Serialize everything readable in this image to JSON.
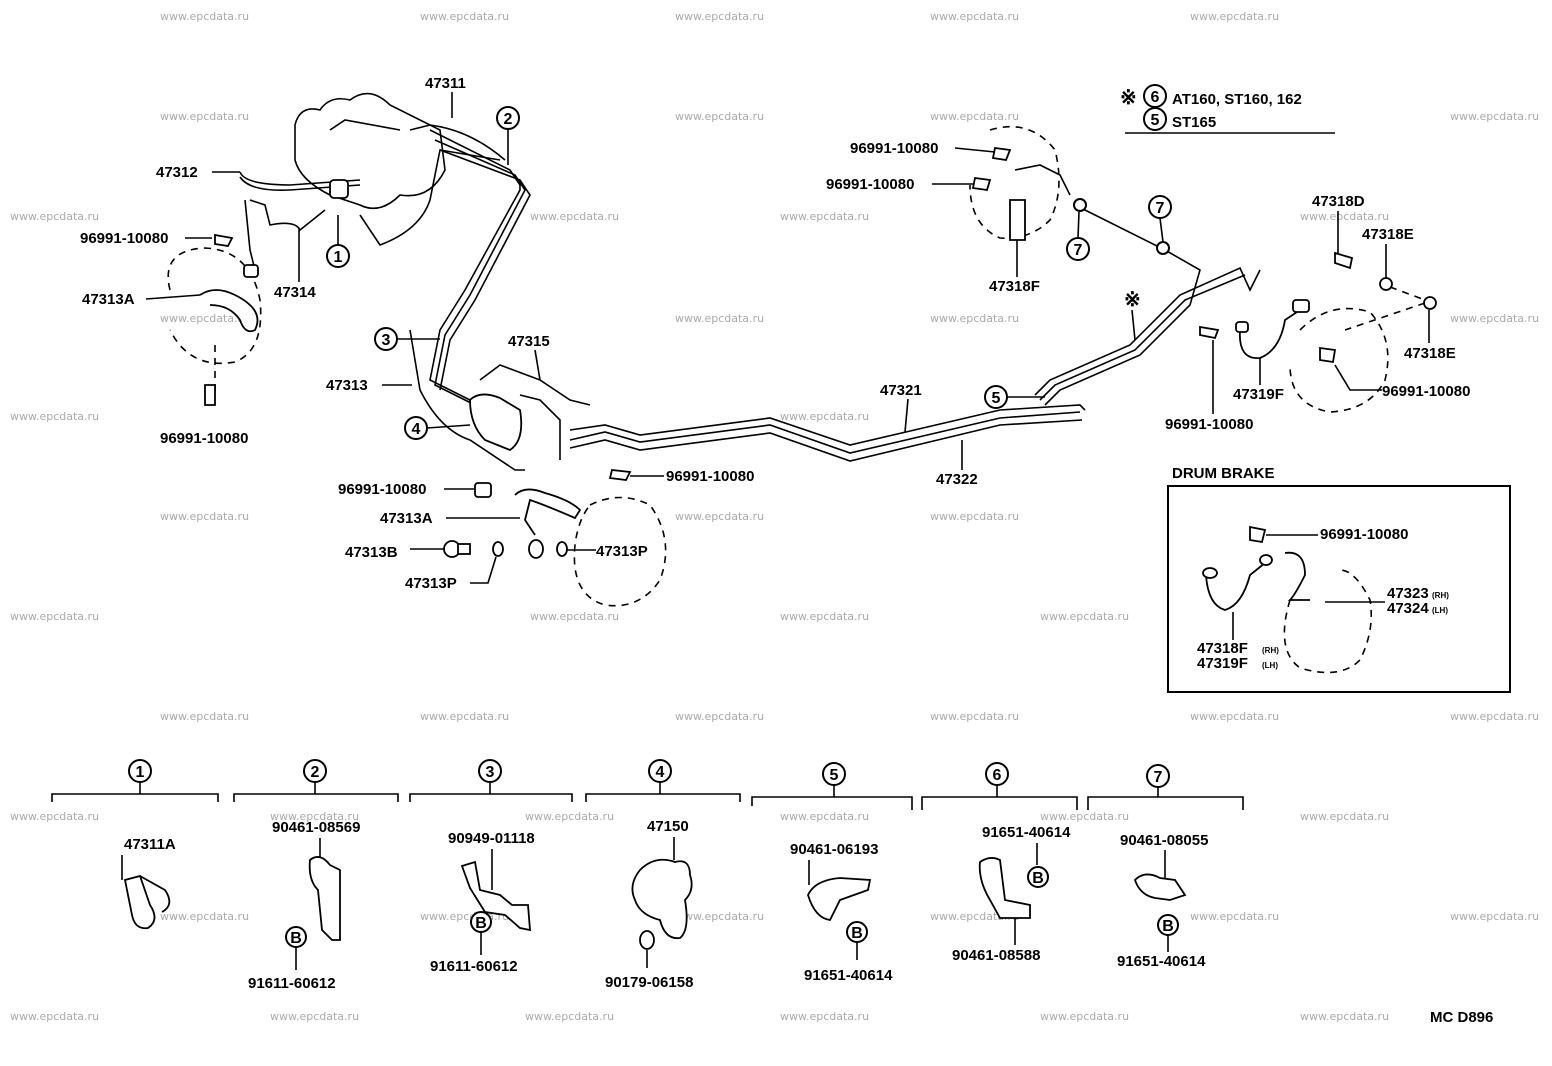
{
  "watermark": "www.epcdata.ru",
  "diagram_code": "MC D896",
  "legend": {
    "marker": "※",
    "entries": [
      {
        "ref": "6",
        "models": "AT160, ST160, 162"
      },
      {
        "ref": "5",
        "models": "ST165"
      }
    ]
  },
  "main_labels": {
    "l47311": "47311",
    "l47312": "47312",
    "l47314": "47314",
    "l47313A_front": "47313A",
    "l96991_a": "96991-10080",
    "l96991_b": "96991-10080",
    "l47313": "47313",
    "l47315": "47315",
    "l96991_c": "96991-10080",
    "l96991_d": "96991-10080",
    "l47313A": "47313A",
    "l47313B": "47313B",
    "l47313P_a": "47313P",
    "l47313P_b": "47313P",
    "l47321": "47321",
    "l47322": "47322",
    "l96991_e": "96991-10080",
    "l96991_f": "96991-10080",
    "l47318F": "47318F",
    "l47318D": "47318D",
    "l47318E_a": "47318E",
    "l47318E_b": "47318E",
    "l47319F": "47319F",
    "l96991_g": "96991-10080",
    "l96991_h": "96991-10080"
  },
  "callouts": {
    "c1": "1",
    "c2": "2",
    "c3": "3",
    "c4": "4",
    "c5": "5",
    "c7a": "7",
    "c7b": "7",
    "star": "※"
  },
  "drum_brake": {
    "title": "DRUM BRAKE",
    "clip": "96991-10080",
    "hose_rh": "47318F",
    "hose_rh_side": "(RH)",
    "hose_lh": "47319F",
    "hose_lh_side": "(LH)",
    "tube_rh": "47323",
    "tube_rh_side": "(RH)",
    "tube_lh": "47324",
    "tube_lh_side": "(LH)"
  },
  "clamp_groups": [
    {
      "ref": "1",
      "parts": [
        "47311A"
      ]
    },
    {
      "ref": "2",
      "parts": [
        "90461-08569",
        "91611-60612"
      ],
      "bolt": "B"
    },
    {
      "ref": "3",
      "parts": [
        "90949-01118",
        "91611-60612"
      ],
      "bolt": "B"
    },
    {
      "ref": "4",
      "parts": [
        "47150",
        "90179-06158"
      ]
    },
    {
      "ref": "5",
      "parts": [
        "90461-06193",
        "91651-40614"
      ],
      "bolt": "B"
    },
    {
      "ref": "6",
      "parts": [
        "91651-40614",
        "90461-08588"
      ],
      "bolt": "B"
    },
    {
      "ref": "7",
      "parts": [
        "90461-08055",
        "91651-40614"
      ],
      "bolt": "B"
    }
  ]
}
